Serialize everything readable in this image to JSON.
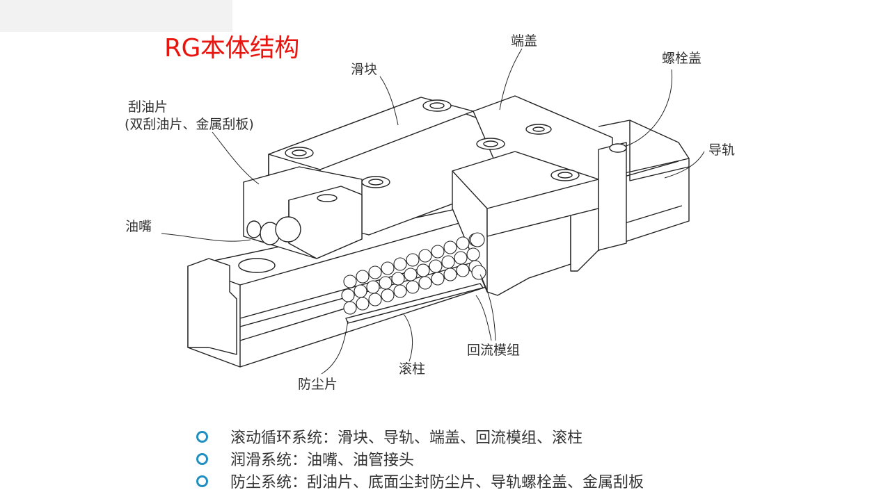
{
  "title": "RG本体结构",
  "labels": {
    "end_cap": "端盖",
    "bolt_cap": "螺栓盖",
    "slider": "滑块",
    "scraper_line1": "刮油片",
    "scraper_line2": "(双刮油片、金属刮板)",
    "rail": "导轨",
    "grease_nipple": "油嘴",
    "recirculation": "回流模组",
    "roller": "滚柱",
    "dust_strip": "防尘片"
  },
  "bullets": [
    "滚动循环系统：滑块、导轨、端盖、回流模组、滚柱",
    "润滑系统：油嘴、油管接头",
    "防尘系统：刮油片、底面尘封防尘片、导轨螺栓盖、金属刮板"
  ],
  "colors": {
    "title": "#e8150f",
    "bullet": "#1e8fc0",
    "line": "#222222"
  }
}
